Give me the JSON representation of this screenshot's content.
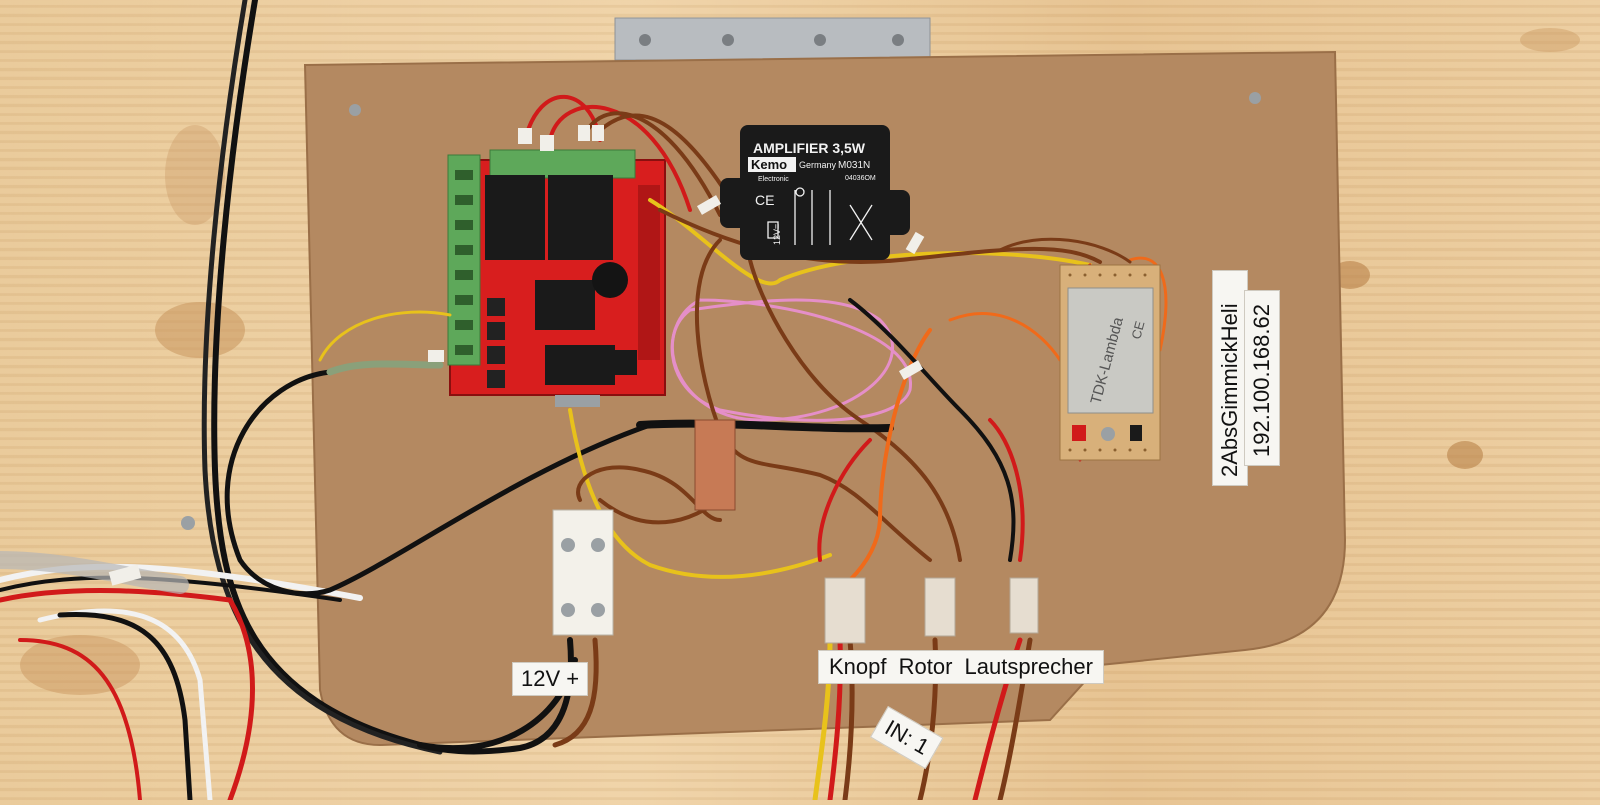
{
  "colors": {
    "wood": "#ecd0a4",
    "board": "#b58a62",
    "pcb_red": "#d81e1e",
    "terminal_green": "#5ea85a",
    "module_black": "#1a1a1a",
    "wire_red": "#d11a1a",
    "wire_brown": "#7a3b17",
    "wire_yellow": "#e8c21b",
    "wire_black": "#111111",
    "wire_pink": "#e58fc8",
    "wire_orange": "#f06a1a"
  },
  "amplifier": {
    "title": "AMPLIFIER 3,5W",
    "brand": "Kemo",
    "made_in": "Germany",
    "model": "M031N",
    "sub": "Electronic",
    "code": "04036OM",
    "ce": "CE",
    "voltage": "12V="
  },
  "power_module": {
    "brand": "TDK-Lambda",
    "ce": "CE"
  },
  "labels": {
    "power": "12V +",
    "connectors": "Knopf  Rotor  Lautsprecher",
    "input": "IN: 1",
    "hostname": "2AbsGimmickHeli",
    "ip": "192.100.168.62"
  }
}
